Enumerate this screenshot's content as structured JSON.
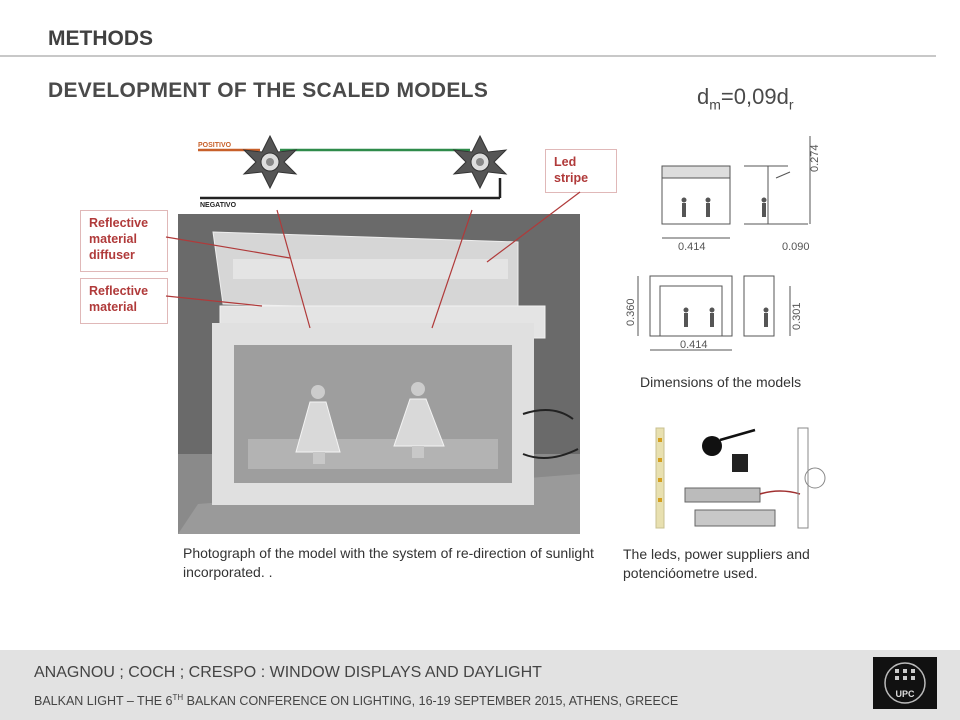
{
  "header": {
    "section_title": "METHODS",
    "slide_title": "DEVELOPMENT OF THE SCALED MODELS",
    "formula": {
      "base_d": "d",
      "sub_m": "m",
      "equals": "=0,09d",
      "sub_r": "r"
    }
  },
  "diagram": {
    "positive_label": "POSITIVO",
    "negative_label": "NEGATIVO",
    "callout_led": "Led stripe",
    "callout_diffuser": "Reflective material diffuser",
    "callout_reflective": "Reflective material"
  },
  "photo": {
    "caption": "Photograph of the model with the system of re-direction of sunlight incorporated. ."
  },
  "dimensions": {
    "values": [
      "0.274",
      "0.414",
      "0.090",
      "0.360",
      "0.301",
      "0.414"
    ],
    "caption": "Dimensions of the models"
  },
  "components": {
    "caption": "The leds, power suppliers and potencióometre used."
  },
  "footer": {
    "authors": "ANAGNOU ; COCH ; CRESPO : WINDOW DISPLAYS AND DAYLIGHT",
    "conference_pre": "BALKAN LIGHT – THE 6",
    "conference_sup": "TH",
    "conference_post": " BALKAN CONFERENCE ON LIGHTING, 16-19 SEPTEMBER 2015, ATHENS, GREECE",
    "logo_text": "UPC"
  },
  "colors": {
    "accent": "#b03a3a",
    "footer_bg": "#e2e2e2",
    "positive_wire": "#c8602a",
    "green_wire": "#2e8b4a"
  }
}
